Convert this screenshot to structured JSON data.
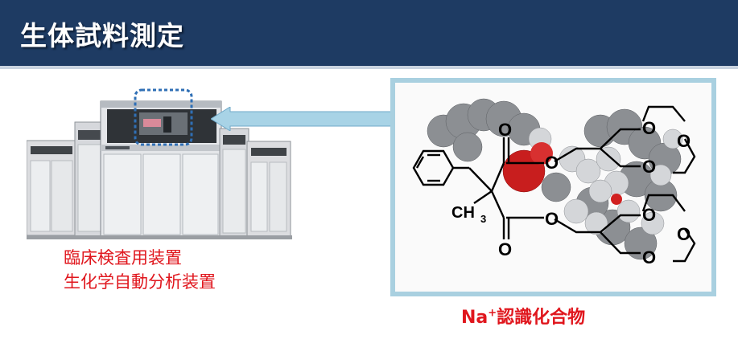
{
  "header": {
    "title": "生体試料測定"
  },
  "left": {
    "caption_line1": "臨床検査用装置",
    "caption_line2": "生化学自動分析装置"
  },
  "right": {
    "label_prefix": "Na",
    "label_sup": "+",
    "label_suffix": "認識化合物",
    "atoms": {
      "oxygen": "O",
      "methyl": "CH",
      "methyl_sub": "3"
    }
  },
  "colors": {
    "header_bg": "#1e3b63",
    "caption": "#e0161d",
    "arrow": "#a8d3e6",
    "panel_border": "#a9d0e0"
  }
}
